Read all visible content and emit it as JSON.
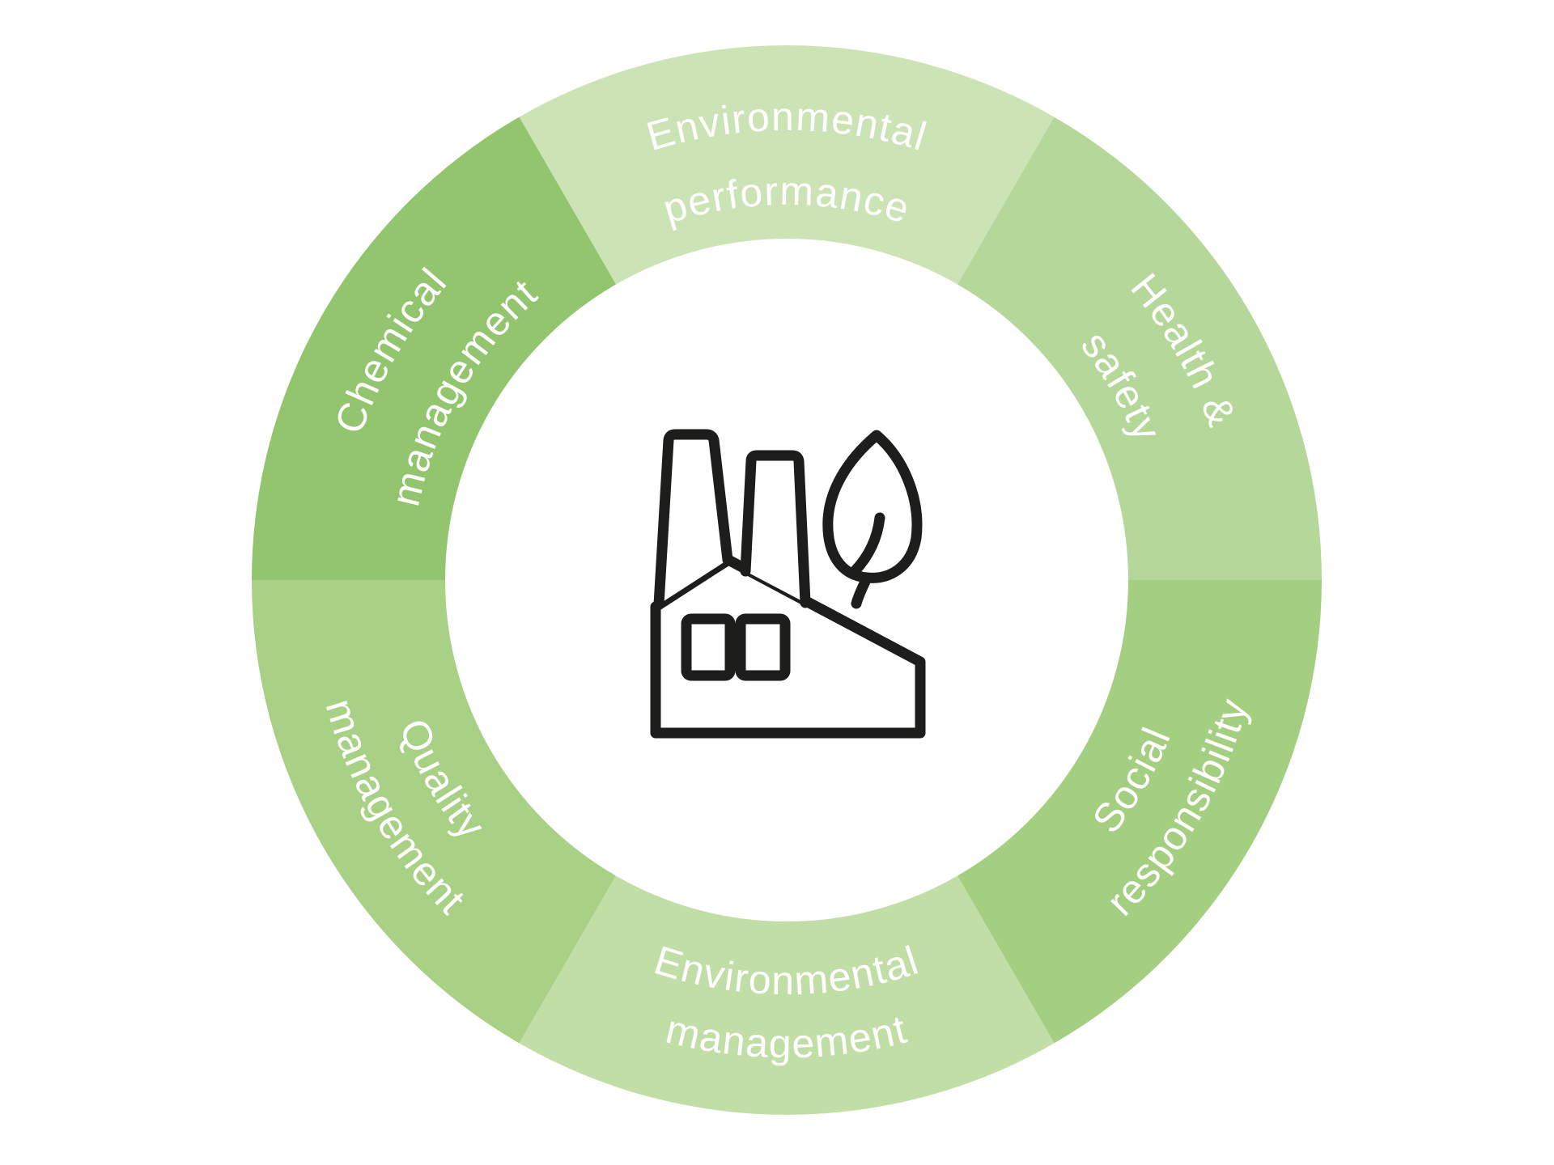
{
  "diagram": {
    "type": "circular-cycle-wheel",
    "background_color": "#ffffff",
    "text_color": "#ffffff",
    "center_icon": "factory-with-leaf",
    "icon_color": "#1d1d1b",
    "segments": [
      {
        "id": "environmental-performance",
        "line1": "Environmental",
        "line2": "performance",
        "color": "#cce3b6",
        "position": "top"
      },
      {
        "id": "health-safety",
        "line1": "Health &",
        "line2": "safety",
        "color": "#b6d79a",
        "position": "upper-right"
      },
      {
        "id": "social-responsibility",
        "line1": "Social",
        "line2": "responsibility",
        "color": "#a4ce80",
        "position": "lower-right"
      },
      {
        "id": "environmental-management",
        "line1": "Environmental",
        "line2": "management",
        "color": "#c2dea7",
        "position": "bottom"
      },
      {
        "id": "quality-management",
        "line1": "Quality",
        "line2": "management",
        "color": "#a8d186",
        "position": "lower-left"
      },
      {
        "id": "chemical-management",
        "line1": "Chemical",
        "line2": "management",
        "color": "#92c56d",
        "position": "upper-left"
      }
    ]
  }
}
